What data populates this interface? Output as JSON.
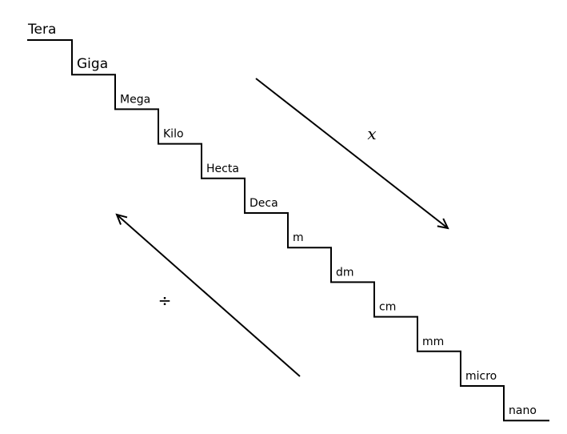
{
  "staircase": {
    "steps": [
      {
        "label": "Tera"
      },
      {
        "label": "Giga"
      },
      {
        "label": "Mega"
      },
      {
        "label": "Kilo"
      },
      {
        "label": "Hecta"
      },
      {
        "label": "Deca"
      },
      {
        "label": "m"
      },
      {
        "label": "dm"
      },
      {
        "label": "cm"
      },
      {
        "label": "mm"
      },
      {
        "label": "micro"
      },
      {
        "label": "nano"
      }
    ]
  },
  "arrows": {
    "down": {
      "label": "x"
    },
    "up": {
      "label": "÷"
    }
  },
  "colors": {
    "stroke": "#000000",
    "text": "#000000",
    "background": "#ffffff"
  }
}
